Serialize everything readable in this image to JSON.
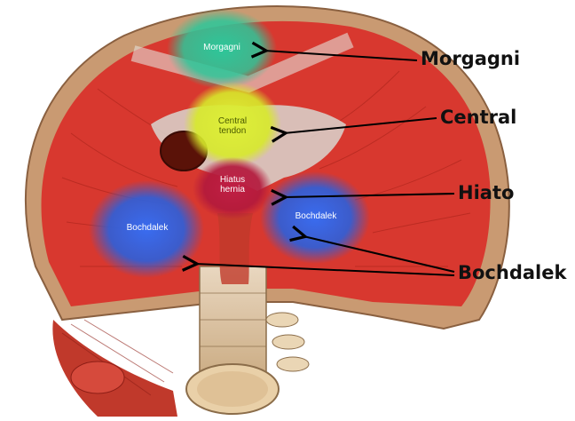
{
  "colors": {
    "muscle": "#d8382f",
    "muscle_dark": "#a52219",
    "tendon": "#d9d6cf",
    "rim": "#c99a72",
    "morgagni": "#2cc79a",
    "central": "#d7ea2a",
    "hiatus": "#b3193c",
    "bochdalek": "#2f5fd8",
    "arrow": "#000000"
  },
  "regions": {
    "morgagni": {
      "inner_label": "Morgagni"
    },
    "central": {
      "inner_label_line1": "Central",
      "inner_label_line2": "tendon"
    },
    "hiatus": {
      "inner_label_line1": "Hiatus",
      "inner_label_line2": "hernia"
    },
    "bochdalek_left": {
      "inner_label": "Bochdalek"
    },
    "bochdalek_right": {
      "inner_label": "Bochdalek"
    }
  },
  "callouts": {
    "morgagni": "Morgagni",
    "central": "Central",
    "hiato": "Hiato",
    "bochdalek": "Bochdalek"
  }
}
